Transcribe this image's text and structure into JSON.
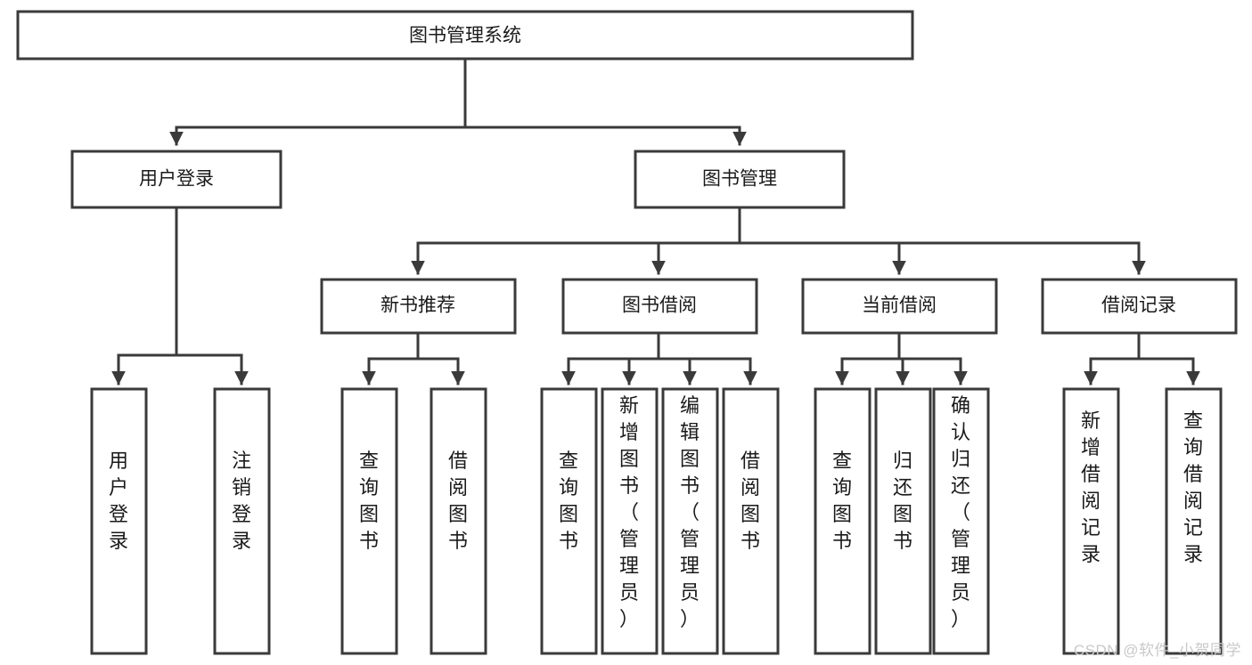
{
  "diagram": {
    "type": "tree-hierarchy-chart",
    "title": "图书管理系统",
    "colors": {
      "box_fill": "#ffffff",
      "box_stroke": "#3a3a3a",
      "text": "#1a1a1a",
      "watermark": "#c9c9c9",
      "background": "#ffffff"
    },
    "levels": [
      {
        "level": 1,
        "nodes": [
          {
            "id": "root",
            "label": "图书管理系统",
            "orientation": "horizontal"
          }
        ]
      },
      {
        "level": 2,
        "nodes": [
          {
            "id": "login",
            "label": "用户登录",
            "orientation": "horizontal",
            "parent": "root"
          },
          {
            "id": "bookmgmt",
            "label": "图书管理",
            "orientation": "horizontal",
            "parent": "root"
          }
        ]
      },
      {
        "level": 3,
        "nodes": [
          {
            "id": "newbook",
            "label": "新书推荐",
            "orientation": "horizontal",
            "parent": "bookmgmt"
          },
          {
            "id": "borrow",
            "label": "图书借阅",
            "orientation": "horizontal",
            "parent": "bookmgmt"
          },
          {
            "id": "current",
            "label": "当前借阅",
            "orientation": "horizontal",
            "parent": "bookmgmt"
          },
          {
            "id": "records",
            "label": "借阅记录",
            "orientation": "horizontal",
            "parent": "bookmgmt"
          }
        ]
      },
      {
        "level": 4,
        "nodes": [
          {
            "id": "leaf-login-1",
            "label": "用户登录",
            "orientation": "vertical",
            "parent": "login"
          },
          {
            "id": "leaf-login-2",
            "label": "注销登录",
            "orientation": "vertical",
            "parent": "login"
          },
          {
            "id": "leaf-newbook-1",
            "label": "查询图书",
            "orientation": "vertical",
            "parent": "newbook"
          },
          {
            "id": "leaf-newbook-2",
            "label": "借阅图书",
            "orientation": "vertical",
            "parent": "newbook"
          },
          {
            "id": "leaf-borrow-1",
            "label": "查询图书",
            "orientation": "vertical",
            "parent": "borrow"
          },
          {
            "id": "leaf-borrow-2",
            "label": "新增图书（管理员）",
            "orientation": "vertical",
            "parent": "borrow"
          },
          {
            "id": "leaf-borrow-3",
            "label": "编辑图书（管理员）",
            "orientation": "vertical",
            "parent": "borrow"
          },
          {
            "id": "leaf-borrow-4",
            "label": "借阅图书",
            "orientation": "vertical",
            "parent": "borrow"
          },
          {
            "id": "leaf-current-1",
            "label": "查询图书",
            "orientation": "vertical",
            "parent": "current"
          },
          {
            "id": "leaf-current-2",
            "label": "归还图书",
            "orientation": "vertical",
            "parent": "current"
          },
          {
            "id": "leaf-current-3",
            "label": "确认归还（管理员）",
            "orientation": "vertical",
            "parent": "current"
          },
          {
            "id": "leaf-records-1",
            "label": "新增借阅记录",
            "orientation": "vertical",
            "parent": "records"
          },
          {
            "id": "leaf-records-2",
            "label": "查询借阅记录",
            "orientation": "vertical",
            "parent": "records"
          }
        ]
      }
    ]
  },
  "watermark": {
    "text": "CSDN @软件_小贺同学"
  }
}
